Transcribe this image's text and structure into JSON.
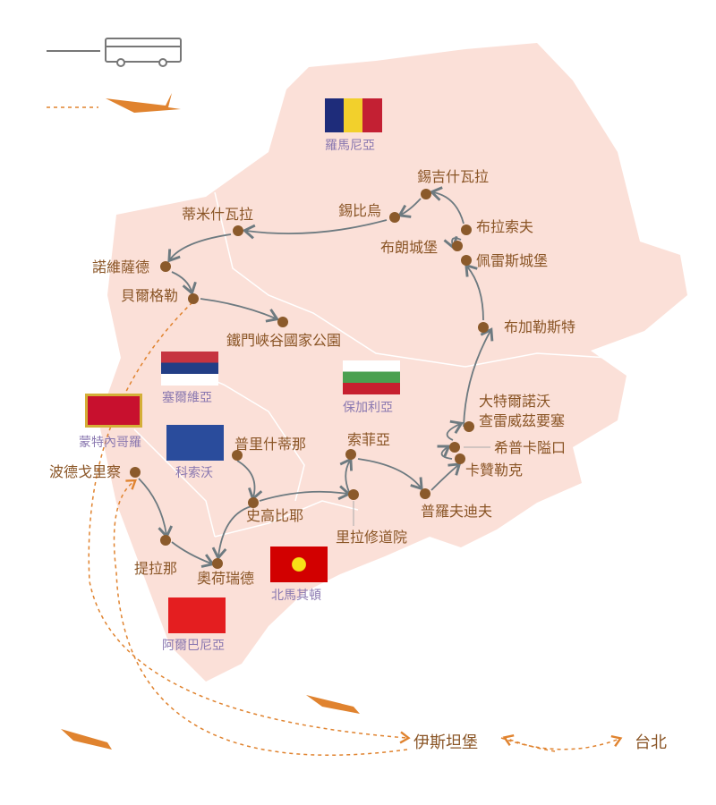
{
  "legend": {
    "bus_icon": "bus-icon",
    "plane_icon": "airplane-icon"
  },
  "countries": {
    "romania": "羅馬尼亞",
    "serbia": "塞爾維亞",
    "montenegro": "蒙特內哥羅",
    "kosovo": "科索沃",
    "bulgaria": "保加利亞",
    "north_macedonia": "北馬其頓",
    "albania": "阿爾巴尼亞"
  },
  "cities": {
    "sighisoara": "錫吉什瓦拉",
    "sibiu": "錫比烏",
    "brasov": "布拉索夫",
    "bran": "布朗城堡",
    "peles": "佩雷斯城堡",
    "timisoara": "蒂米什瓦拉",
    "novi_sad": "諾維薩德",
    "belgrade": "貝爾格勒",
    "iron_gates": "鐵門峽谷國家公園",
    "bucharest": "布加勒斯特",
    "veliko_1": "大特爾諾沃",
    "veliko_2": "查雷威茲要塞",
    "shipka": "希普卡隘口",
    "kazanlak": "卡贊勒克",
    "sofia": "索菲亞",
    "plovdiv": "普羅夫迪夫",
    "rila": "里拉修道院",
    "pristina": "普里什蒂那",
    "skopje": "史高比耶",
    "podgorica": "波德戈里察",
    "tirana": "提拉那",
    "ohrid": "奧荷瑞德"
  },
  "destinations": {
    "istanbul": "伊斯坦堡",
    "taipei": "台北"
  },
  "colors": {
    "map": "#fbe0d8",
    "dot": "#8b5a2b",
    "arrow": "#6d7a80",
    "flight": "#e0832f",
    "text": "#8a5526",
    "country": "#8a78b0"
  }
}
